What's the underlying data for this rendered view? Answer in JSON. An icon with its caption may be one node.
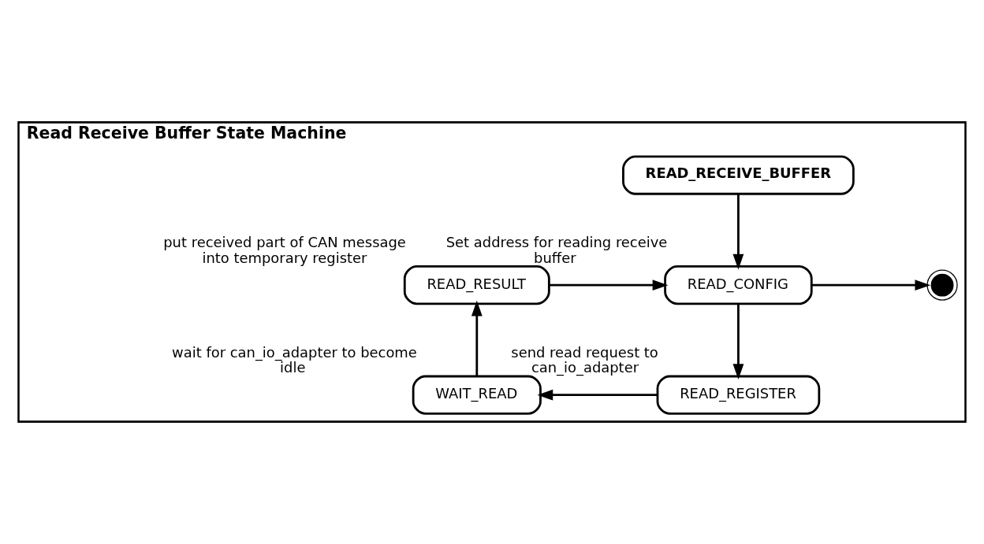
{
  "diagram": {
    "nodes": [
      {
        "text": [
          "Read Receive Buffer State Machine"
        ]
      },
      {
        "text": [
          "READ_RECEIVE_BUFFER"
        ],
        "in": 0
      },
      {
        "text": [
          "READ_RESULT"
        ],
        "in": 0,
        "beside": [
          "put received part of CAN message into temporary register"
        ]
      },
      {
        "text": [
          "READ_CONFIG"
        ],
        "in": 0,
        "beside": [
          "Set address for reading receive buffer"
        ]
      },
      {
        "text": [],
        "shape": "circle",
        "in": 0
      },
      {
        "text": [
          "WAIT_READ"
        ],
        "in": 0,
        "beside": [
          "wait for can_io_adapter to become idle"
        ]
      },
      {
        "text": [
          "READ_REGISTER"
        ],
        "in": 0,
        "beside": [
          "send read request to can_io_adapter"
        ]
      }
    ],
    "edges": [
      {
        "from": 1,
        "to": 3,
        "arrow": "to"
      },
      {
        "from": 2,
        "to": 3,
        "arrow": "to"
      },
      {
        "from": 3,
        "to": 4,
        "arrow": "to"
      },
      {
        "from": 3,
        "to": 6,
        "arrow": "to"
      },
      {
        "from": 6,
        "to": 5,
        "arrow": "to"
      },
      {
        "from": 5,
        "to": 2,
        "arrow": "to"
      }
    ]
  }
}
